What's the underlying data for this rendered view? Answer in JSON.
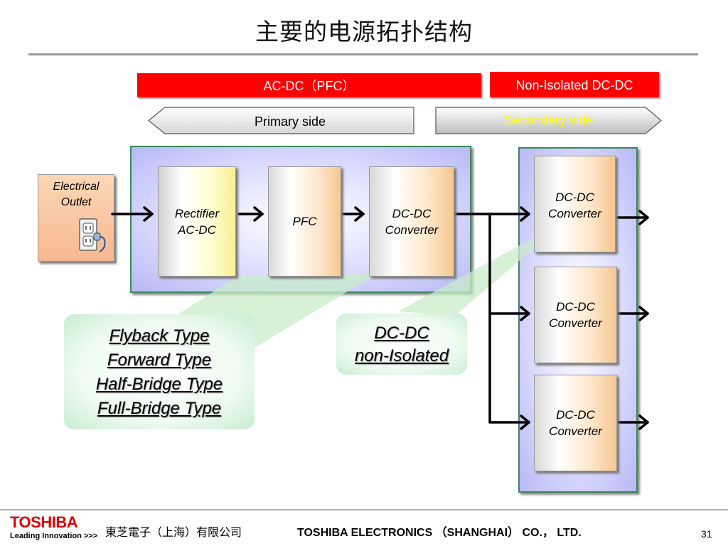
{
  "title": "主要的电源拓扑结构",
  "header_bars": {
    "ac_dc": "AC-DC（PFC）",
    "non_isolated": "Non-Isolated DC-DC"
  },
  "sides": {
    "primary": "Primary side",
    "secondary": "Secondary side"
  },
  "outlet": {
    "label": "Electrical\nOutlet",
    "icon": "power-outlet-icon"
  },
  "primary_blocks": [
    {
      "label": "Rectifier\nAC-DC"
    },
    {
      "label": "PFC"
    },
    {
      "label": "DC-DC\nConverter"
    }
  ],
  "secondary_blocks": [
    {
      "label": "DC-DC\nConverter"
    },
    {
      "label": "DC-DC\nConverter"
    },
    {
      "label": "DC-DC\nConverter"
    }
  ],
  "callouts": {
    "isolated_types": "Flyback Type\nForward Type\nHalf-Bridge Type\nFull-Bridge Type",
    "non_isolated": "DC-DC\nnon-Isolated"
  },
  "footer": {
    "brand": "TOSHIBA",
    "tagline": "Leading Innovation >>>",
    "company_cn": "東芝電子（上海）有限公司",
    "company_en": "TOSHIBA ELECTRONICS （SHANGHAI） CO.， LTD.",
    "page_number": "31"
  },
  "colors": {
    "red_bar": "#ff0000",
    "panel_border": "#3a8a5a",
    "secondary_text": "#ffff00",
    "brand_red": "#e00000"
  }
}
